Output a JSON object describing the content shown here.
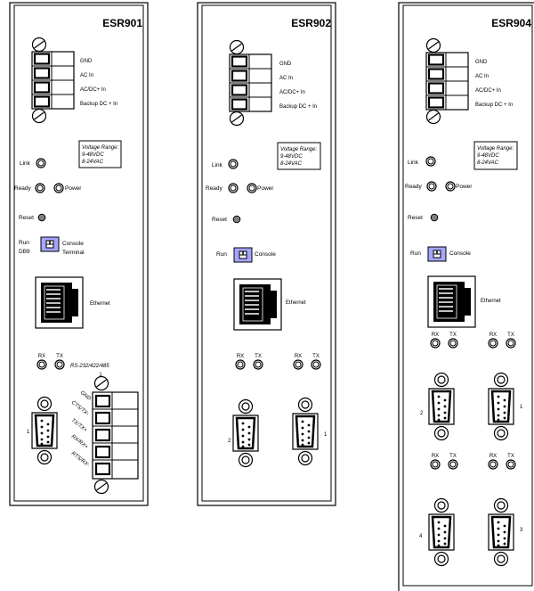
{
  "panels": [
    {
      "title": "ESR901",
      "terminal_labels": [
        "GND",
        "AC In",
        "AC/DC+ In",
        "Backup DC + In"
      ],
      "voltage_lines": [
        "Voltage Range:",
        "9-48VDC",
        "8-24VAC"
      ],
      "link_label": "Link",
      "ready_label": "Ready",
      "power_label": "Power",
      "reset_label": "Reset",
      "run_label": "Run",
      "db9_label": "DB9",
      "console_label": "Console",
      "terminal_label": "Terminal",
      "ethernet_label": "Ethernet",
      "rx_label": "RX",
      "tx_label": "TX",
      "serial_std": "RS-232/422/485",
      "serial_port_label": "1",
      "rs_terminal_label": "1",
      "rs_pin_labels": [
        "GND",
        "CTS/TX-",
        "TX/TX+",
        "RX/RX+",
        "RTS/RX-"
      ]
    },
    {
      "title": "ESR902",
      "terminal_labels": [
        "GND",
        "AC In",
        "AC/DC+ In",
        "Backup DC + In"
      ],
      "voltage_lines": [
        "Voltage Range:",
        "9-48VDC",
        "8-24VAC"
      ],
      "link_label": "Link",
      "ready_label": "Ready",
      "power_label": "Power",
      "reset_label": "Reset",
      "run_label": "Run",
      "console_label": "Console",
      "ethernet_label": "Ethernet",
      "rx_label": "RX",
      "tx_label": "TX",
      "port_labels": [
        "2",
        "1"
      ]
    },
    {
      "title": "ESR904",
      "terminal_labels": [
        "GND",
        "AC In",
        "AC/DC+ In",
        "Backup DC + In"
      ],
      "voltage_lines": [
        "Voltage Range:",
        "9-48VDC",
        "8-24VAC"
      ],
      "link_label": "Link",
      "ready_label": "Ready",
      "power_label": "Power",
      "reset_label": "Reset",
      "run_label": "Run",
      "console_label": "Console",
      "ethernet_label": "Ethernet",
      "rx_label": "RX",
      "tx_label": "TX",
      "port_labels": [
        "2",
        "1",
        "4",
        "3"
      ]
    }
  ]
}
